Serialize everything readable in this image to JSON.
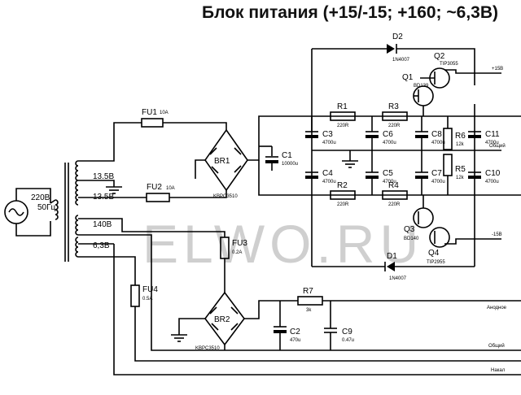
{
  "title": "Блок питания (+15/-15; +160; ~6,3В)",
  "watermark": "ELWO.RU",
  "source": {
    "voltage": "220В",
    "freq": "50Гц"
  },
  "transformer": {
    "w1": "13.5В",
    "w2": "13.5В",
    "w3": "140В",
    "w4": "6,3В"
  },
  "fuses": {
    "fu1": {
      "name": "FU1",
      "value": "10A"
    },
    "fu2": {
      "name": "FU2",
      "value": "10A"
    },
    "fu3": {
      "name": "FU3",
      "value": "0.2A"
    },
    "fu4": {
      "name": "FU4",
      "value": "0.5A"
    }
  },
  "bridges": {
    "br1": {
      "name": "BR1",
      "part": "KBPC3510"
    },
    "br2": {
      "name": "BR2",
      "part": "KBPC3510"
    }
  },
  "caps": {
    "c1": {
      "name": "C1",
      "value": "10000u"
    },
    "c2": {
      "name": "C2",
      "value": "470u"
    },
    "c3": {
      "name": "C3",
      "value": "4700u"
    },
    "c4": {
      "name": "C4",
      "value": "4700u"
    },
    "c5": {
      "name": "C5",
      "value": "4700u"
    },
    "c6": {
      "name": "C6",
      "value": "4700u"
    },
    "c7": {
      "name": "C7",
      "value": "4700u"
    },
    "c8": {
      "name": "C8",
      "value": "4700u"
    },
    "c9": {
      "name": "C9",
      "value": "0.47u"
    },
    "c10": {
      "name": "C10",
      "value": "4700u"
    },
    "c11": {
      "name": "C11",
      "value": "4700u"
    }
  },
  "resistors": {
    "r1": {
      "name": "R1",
      "value": "220R"
    },
    "r2": {
      "name": "R2",
      "value": "220R"
    },
    "r3": {
      "name": "R3",
      "value": "220R"
    },
    "r4": {
      "name": "R4",
      "value": "220R"
    },
    "r5": {
      "name": "R5",
      "value": "12k"
    },
    "r6": {
      "name": "R6",
      "value": "12k"
    },
    "r7": {
      "name": "R7",
      "value": "3k"
    }
  },
  "diodes": {
    "d1": {
      "name": "D1",
      "part": "1N4007"
    },
    "d2": {
      "name": "D2",
      "part": "1N4007"
    }
  },
  "transistors": {
    "q1": {
      "name": "Q1",
      "part": "BD139"
    },
    "q2": {
      "name": "Q2",
      "part": "TIP3055"
    },
    "q3": {
      "name": "Q3",
      "part": "BD140"
    },
    "q4": {
      "name": "Q4",
      "part": "TIP2955"
    }
  },
  "outputs": {
    "plus15": "+15В",
    "common1": "Общий",
    "minus15": "-15В",
    "anode": "Анодное",
    "common2": "Общий",
    "heater": "Накал"
  }
}
